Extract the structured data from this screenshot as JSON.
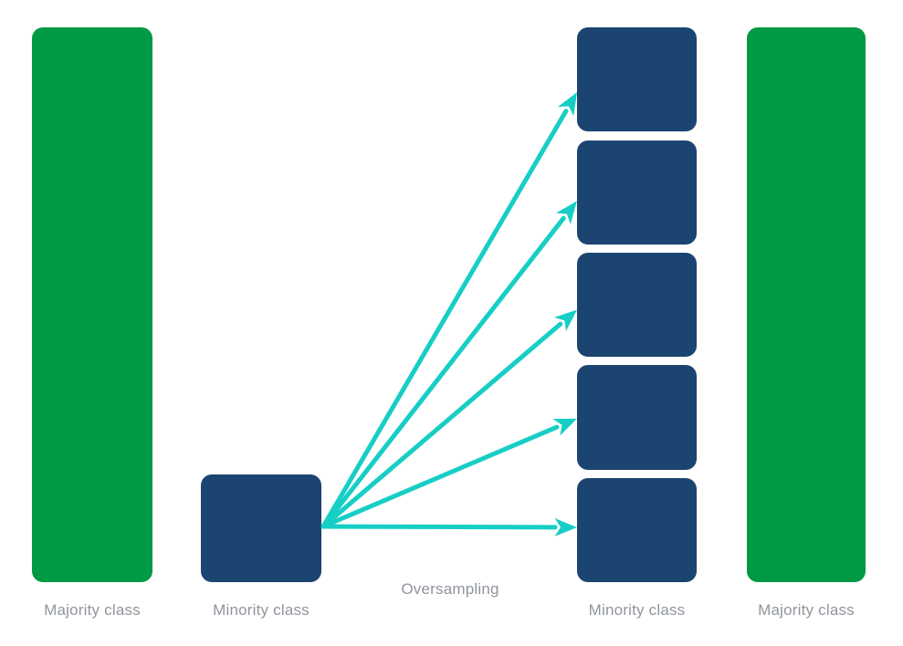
{
  "diagram": {
    "type": "class-imbalance-oversampling-illustration",
    "labels": {
      "left_majority": "Majority class",
      "left_minority": "Minority class",
      "center_caption": "Oversampling",
      "right_minority": "Minority class",
      "right_majority": "Majority class"
    },
    "colors": {
      "majority_green": "#009944",
      "minority_blue": "#1C4470",
      "arrow_teal": "#17CEC5",
      "label_gray": "#90959C",
      "background": "#FFFFFF"
    },
    "counts": {
      "source_minority_boxes": 1,
      "oversampled_minority_boxes": 5,
      "arrows": 5
    }
  }
}
